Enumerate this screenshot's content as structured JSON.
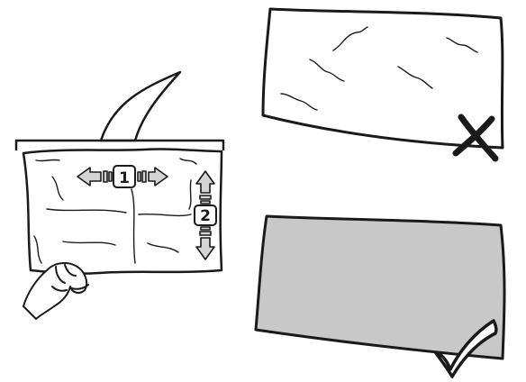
{
  "diagram": {
    "steps": [
      {
        "number": "1",
        "direction": "horizontal"
      },
      {
        "number": "2",
        "direction": "vertical"
      }
    ],
    "bad_result": {
      "marker": "cross-mark",
      "fill": "#ffffff",
      "state": "wrinkled"
    },
    "good_result": {
      "marker": "check-mark",
      "fill": "#c8c8c8",
      "state": "smooth"
    },
    "colors": {
      "line": "#1a1a1a",
      "paper": "#ffffff",
      "smooth_fill": "#c8c8c8",
      "arrow_fill": "#d4d4d4"
    }
  }
}
